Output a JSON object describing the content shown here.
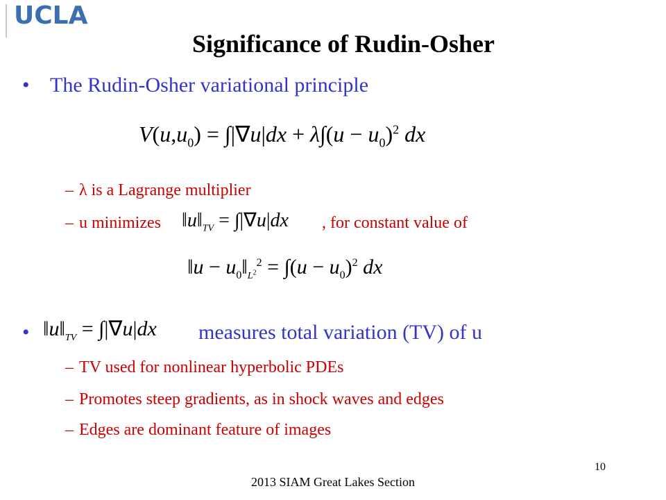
{
  "header": {
    "logo_text": "UCLA",
    "title": "Significance of Rudin-Osher"
  },
  "bullets": [
    {
      "text": "The Rudin-Osher variational principle",
      "formula": "V(u,u₀) = ∫|∇u| dx + λ∫(u − u₀)² dx",
      "subs": [
        {
          "text": "λ is a Lagrange multiplier"
        },
        {
          "text_before": "u minimizes",
          "formula": "‖u‖_TV = ∫|∇u| dx",
          "text_after": ", for constant value of"
        }
      ],
      "formula2": "‖u − u₀‖_L²² = ∫(u − u₀)² dx"
    },
    {
      "formula": "‖u‖_TV = ∫|∇u| dx",
      "text": "measures total variation (TV) of u",
      "subs": [
        {
          "text": "TV used for nonlinear hyperbolic PDEs"
        },
        {
          "text": "Promotes steep gradients, as in shock waves and edges"
        },
        {
          "text": "Edges are dominant feature of images"
        }
      ]
    }
  ],
  "footer": {
    "page_number": "10",
    "text": "2013 SIAM Great Lakes Section"
  },
  "colors": {
    "bullet_text": "#3333cc",
    "sub_text": "#cc0000",
    "logo": "#3b6fb0"
  }
}
